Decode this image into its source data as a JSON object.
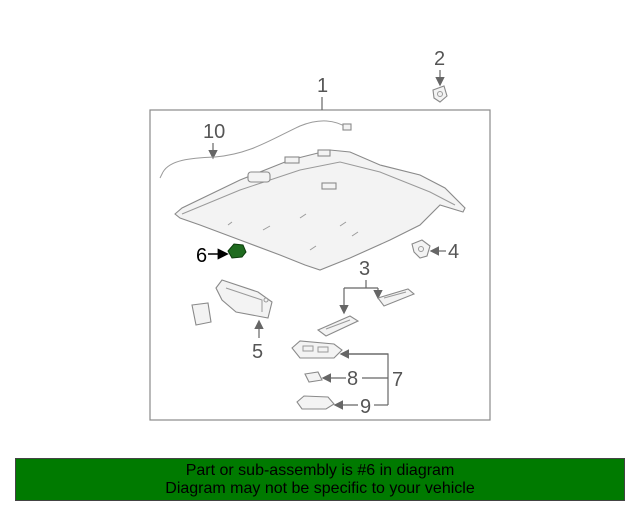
{
  "diagram": {
    "callouts": {
      "c1": "1",
      "c2": "2",
      "c3": "3",
      "c4": "4",
      "c5": "5",
      "c6": "6",
      "c7": "7",
      "c8": "8",
      "c9": "9",
      "c10": "10"
    },
    "highlight_part": "6",
    "highlight_color": "#1f6b1f"
  },
  "banner": {
    "line1": "Part or sub-assembly is #6 in diagram",
    "line2": "Diagram may not be specific to your vehicle",
    "background": "#007a00"
  }
}
